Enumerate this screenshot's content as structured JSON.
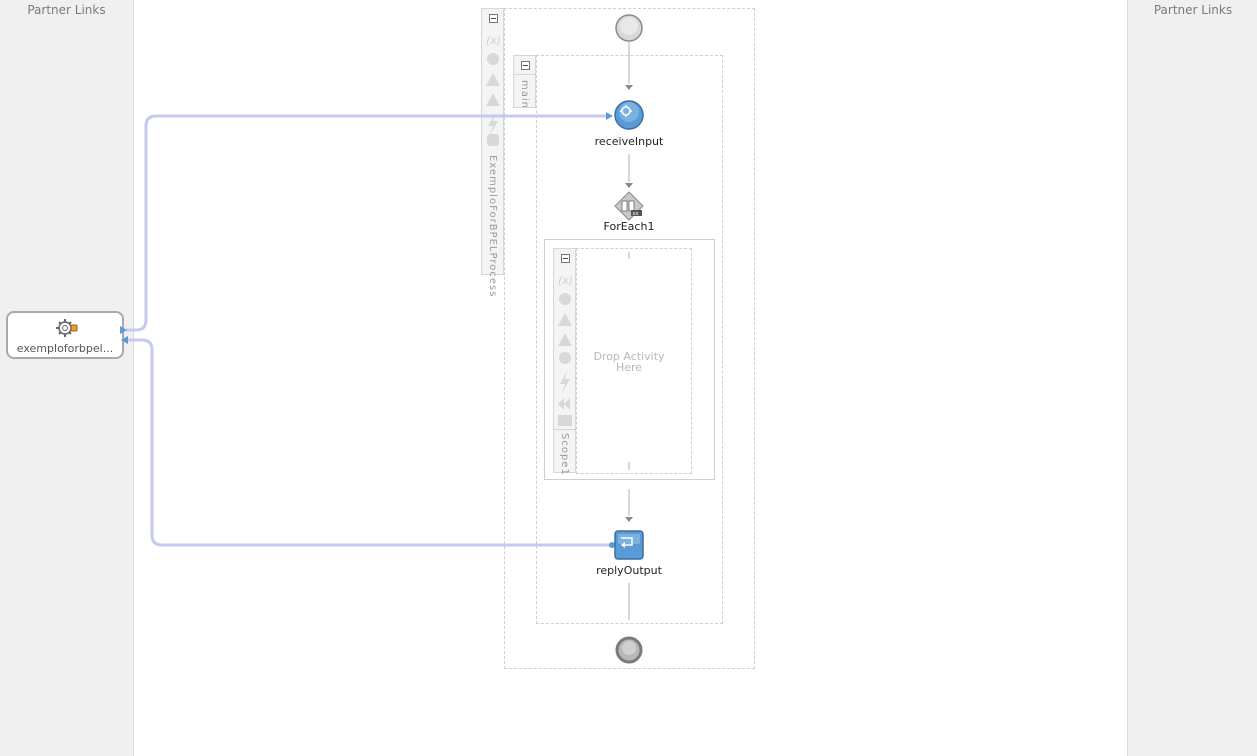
{
  "left_panel": {
    "title": "Partner Links"
  },
  "right_panel": {
    "title": "Partner Links"
  },
  "partner_link": {
    "label": "exemploforbpel...",
    "icon": "gear-plug-icon"
  },
  "process": {
    "name": "ExemploForBPELProcess",
    "sequence_name": "main",
    "activities": {
      "receive": {
        "label": "receiveInput",
        "icon": "receive-icon"
      },
      "foreach": {
        "label": "ForEach1",
        "icon": "foreach-icon"
      },
      "scope": {
        "name": "Scope1",
        "drop_text_1": "Drop Activity",
        "drop_text_2": "Here"
      },
      "reply": {
        "label": "replyOutput",
        "icon": "reply-icon"
      }
    }
  },
  "colors": {
    "link_line": "#c5c9ee",
    "activity_blue": "#5b9bd5",
    "panel_bg": "#f0f0f0"
  }
}
